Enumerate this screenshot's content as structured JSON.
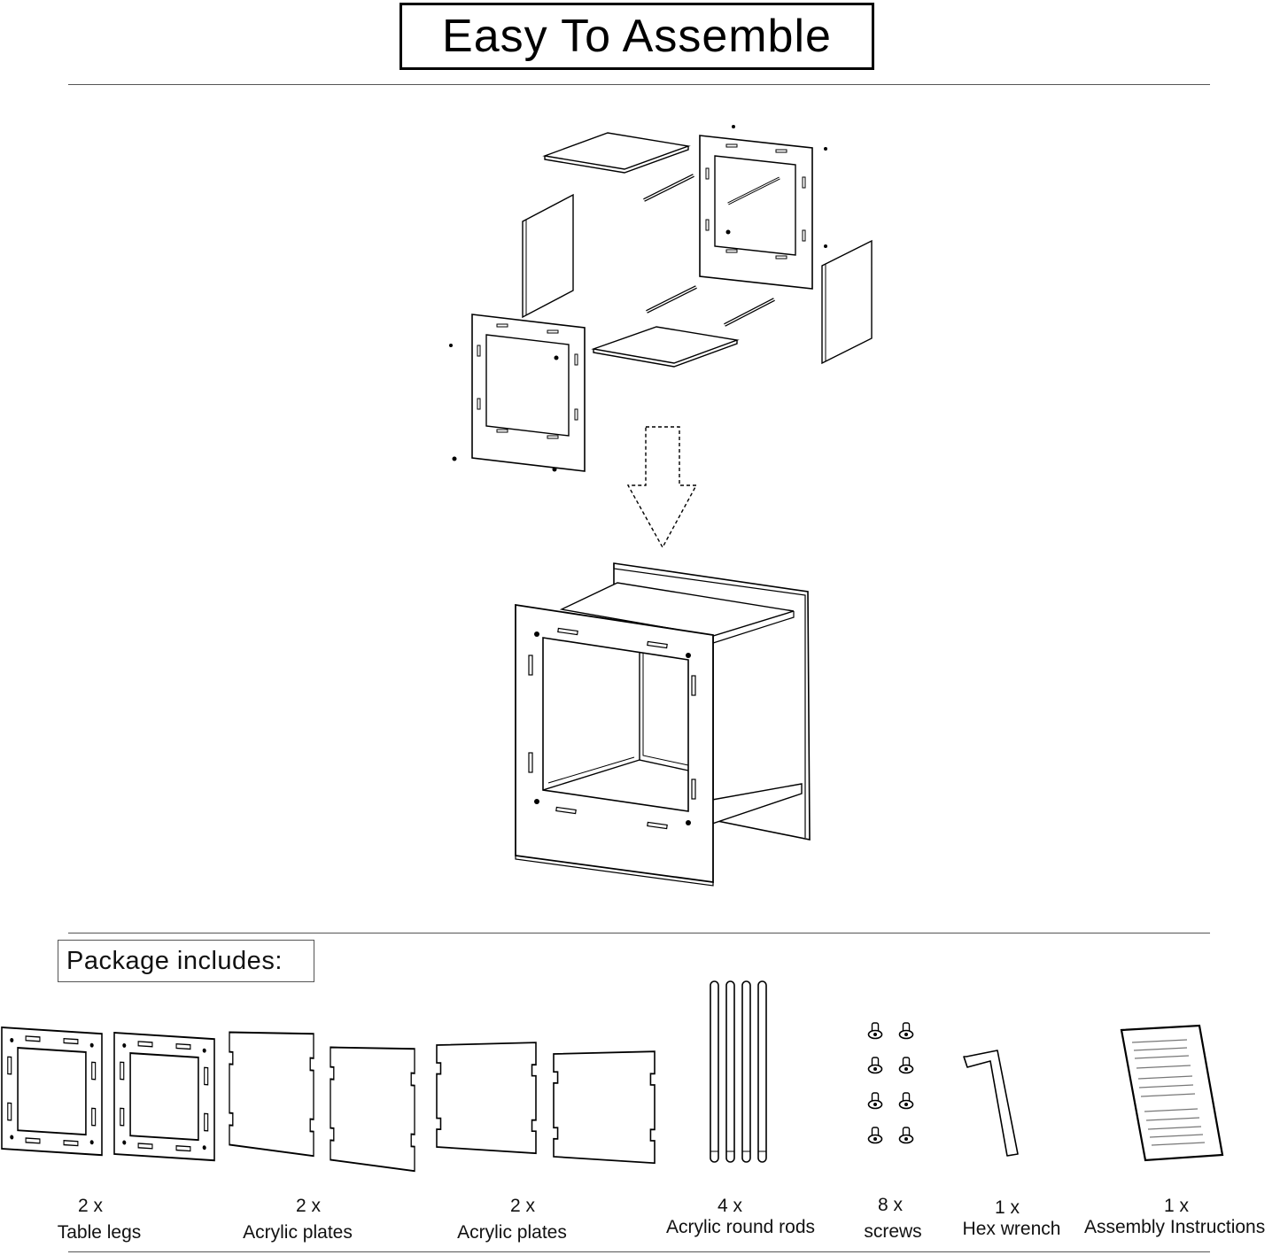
{
  "header": {
    "title": "Easy To Assemble"
  },
  "package": {
    "heading": "Package includes:",
    "items": [
      {
        "qty": "2 x",
        "name": "Table legs"
      },
      {
        "qty": "2 x",
        "name": "Acrylic plates"
      },
      {
        "qty": "2 x",
        "name": "Acrylic plates"
      },
      {
        "qty": "4 x",
        "name": "Acrylic round rods"
      },
      {
        "qty": "8 x",
        "name": "screws"
      },
      {
        "qty": "1 x",
        "name": "Hex wrench"
      },
      {
        "qty": "1 x",
        "name": "Assembly Instructions"
      }
    ]
  }
}
